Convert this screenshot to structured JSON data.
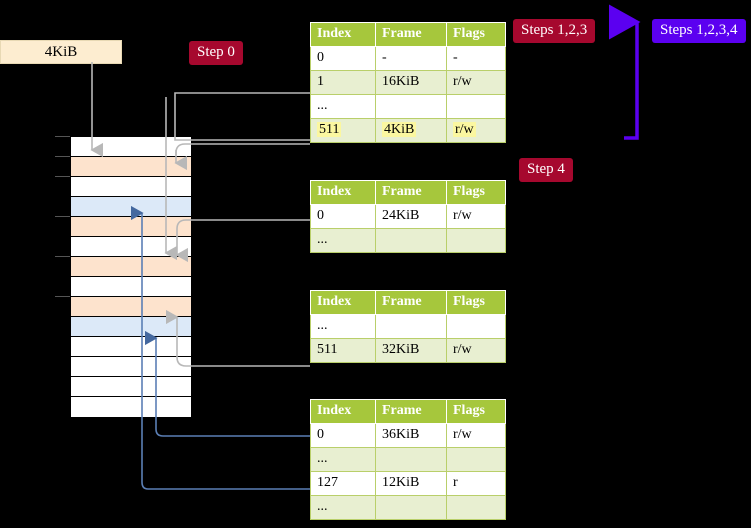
{
  "diagram": {
    "title_banner": {
      "label": "4KiB"
    },
    "chips": [
      {
        "id": "step0",
        "label": "Step 0",
        "color": "#a6082e"
      },
      {
        "id": "step123",
        "label": "Steps 1,2,3",
        "color": "#a6082e"
      },
      {
        "id": "step1234",
        "label": "Steps 1,2,3,4",
        "color": "#5b00f0"
      },
      {
        "id": "step4",
        "label": "Step 4",
        "color": "#a6082e"
      }
    ],
    "colors": {
      "background": "#000000",
      "table_header": "#a6c73c",
      "table_row_alt": "#e8efd1",
      "highlight": "#fbf7a0",
      "banner": "#fdedd0",
      "mem_peach": "#fde3cd",
      "mem_blue": "#dce9f8",
      "arrow_grey": "#b8b8b8",
      "arrow_blue": "#5b7fb5",
      "chip_red": "#a6082e",
      "chip_violet": "#5b00f0"
    },
    "columns": [
      "Index",
      "Frame",
      "Flags"
    ],
    "tables": [
      {
        "name": "page-table-level-1",
        "rows": [
          {
            "index": "0",
            "frame": "-",
            "flags": "-",
            "shade": "white",
            "highlight": false
          },
          {
            "index": "1",
            "frame": "16KiB",
            "flags": "r/w",
            "shade": "green",
            "highlight": false
          },
          {
            "index": "...",
            "frame": "",
            "flags": "",
            "shade": "white",
            "highlight": false
          },
          {
            "index": "511",
            "frame": "4KiB",
            "flags": "r/w",
            "shade": "green",
            "highlight": true
          }
        ]
      },
      {
        "name": "page-table-level-2",
        "rows": [
          {
            "index": "0",
            "frame": "24KiB",
            "flags": "r/w",
            "shade": "white",
            "highlight": false
          },
          {
            "index": "...",
            "frame": "",
            "flags": "",
            "shade": "green",
            "highlight": false
          }
        ]
      },
      {
        "name": "page-table-level-3",
        "rows": [
          {
            "index": "...",
            "frame": "",
            "flags": "",
            "shade": "white",
            "highlight": false
          },
          {
            "index": "511",
            "frame": "32KiB",
            "flags": "r/w",
            "shade": "green",
            "highlight": false
          }
        ]
      },
      {
        "name": "page-table-level-4",
        "rows": [
          {
            "index": "0",
            "frame": "36KiB",
            "flags": "r/w",
            "shade": "white",
            "highlight": false
          },
          {
            "index": "...",
            "frame": "",
            "flags": "",
            "shade": "green",
            "highlight": false
          },
          {
            "index": "127",
            "frame": "12KiB",
            "flags": "r",
            "shade": "white",
            "highlight": false
          },
          {
            "index": "...",
            "frame": "",
            "flags": "",
            "shade": "green",
            "highlight": false
          }
        ]
      }
    ],
    "memory_grid": {
      "name": "physical-memory-frames",
      "rows": [
        {
          "shade": "white",
          "tick": true
        },
        {
          "shade": "peach",
          "tick": true
        },
        {
          "shade": "white",
          "tick": true
        },
        {
          "shade": "blue",
          "tick": false
        },
        {
          "shade": "peach",
          "tick": true
        },
        {
          "shade": "white",
          "tick": false
        },
        {
          "shade": "peach",
          "tick": true
        },
        {
          "shade": "white",
          "tick": false
        },
        {
          "shade": "peach",
          "tick": true
        },
        {
          "shade": "blue",
          "tick": false
        },
        {
          "shade": "white",
          "tick": false
        },
        {
          "shade": "white",
          "tick": false
        },
        {
          "shade": "white",
          "tick": false
        },
        {
          "shade": "white",
          "tick": false
        }
      ]
    }
  }
}
